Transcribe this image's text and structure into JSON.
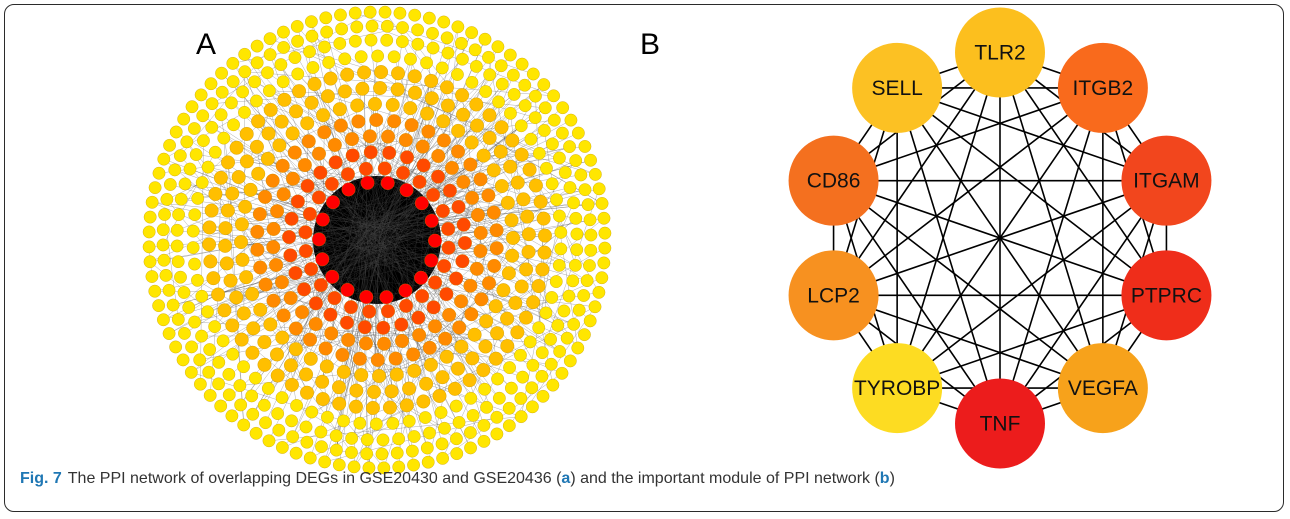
{
  "figure": {
    "panel_a_label": "A",
    "panel_b_label": "B",
    "caption": {
      "fig_label": "Fig. 7",
      "text_1": "The PPI network of overlapping DEGs in GSE20430 and GSE20436 (",
      "ref_a": "a",
      "text_2": ") and the important module of PPI network (",
      "ref_b": "b",
      "text_3": ")"
    }
  },
  "network_b": {
    "nodes": [
      {
        "label": "TLR2",
        "color": "#fcbf1e"
      },
      {
        "label": "ITGB2",
        "color": "#f96a1c"
      },
      {
        "label": "ITGAM",
        "color": "#f2461d"
      },
      {
        "label": "PTPRC",
        "color": "#ef2d1a"
      },
      {
        "label": "VEGFA",
        "color": "#f7a21b"
      },
      {
        "label": "TNF",
        "color": "#ec1c1c"
      },
      {
        "label": "TYROBP",
        "color": "#fddc22"
      },
      {
        "label": "LCP2",
        "color": "#f79120"
      },
      {
        "label": "CD86",
        "color": "#f4701f"
      },
      {
        "label": "SELL",
        "color": "#fcc123"
      }
    ],
    "edge_color": "#000000"
  },
  "network_a": {
    "color_scale": [
      "#ff0000",
      "#ff4a00",
      "#ff8a00",
      "#ffbf00",
      "#ffe600"
    ],
    "hub_color": "#000000",
    "edge_color": "#444444"
  }
}
